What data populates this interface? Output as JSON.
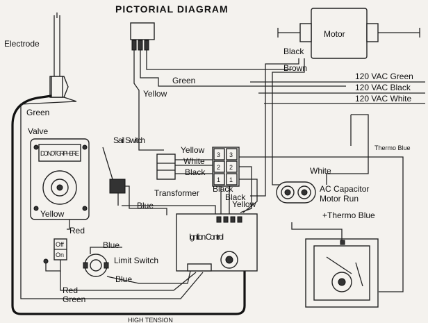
{
  "title": "PICTORIAL DIAGRAM",
  "labels": {
    "electrode": "Electrode",
    "green_electrode": "Green",
    "yellow_top": "Yellow",
    "green_top": "Green",
    "motor": "Motor",
    "black_motor": "Black",
    "brown_motor": "Brown",
    "vac_green": "120 VAC Green",
    "vac_black": "120 VAC Black",
    "vac_white": "120 VAC White",
    "thermo_blue_small": "Thermo Blue",
    "valve": "Valve",
    "do_not_grip": "DO NOT GRIP HERE",
    "yellow_valve": "Yellow",
    "red_valve": "Red",
    "off": "Off",
    "on": "On",
    "sail_switch": "Sail Switch",
    "blue_sail": "Blue",
    "yellow_tr": "Yellow",
    "white_tr": "White",
    "black_tr": "Black",
    "transformer": "Transformer",
    "black_lower": "Black",
    "black_lower2": "Black",
    "yellow_lower": "Yellow",
    "white_mid": "White",
    "ac_capacitor": "AC Capacitor",
    "motor_run": "Motor Run",
    "thermo_blue_plus": "+Thermo Blue",
    "ignition_control": "Ignition Control",
    "blue_limit": "Blue",
    "limit_switch": "Limit Switch",
    "blue_limit2": "Blue",
    "red_bottom": "Red",
    "green_bottom": "Green",
    "high_tension": "HIGH TENSION",
    "term3": "3",
    "term2": "2",
    "term1": "1",
    "term3b": "3",
    "term2b": "2",
    "term1b": "1"
  }
}
